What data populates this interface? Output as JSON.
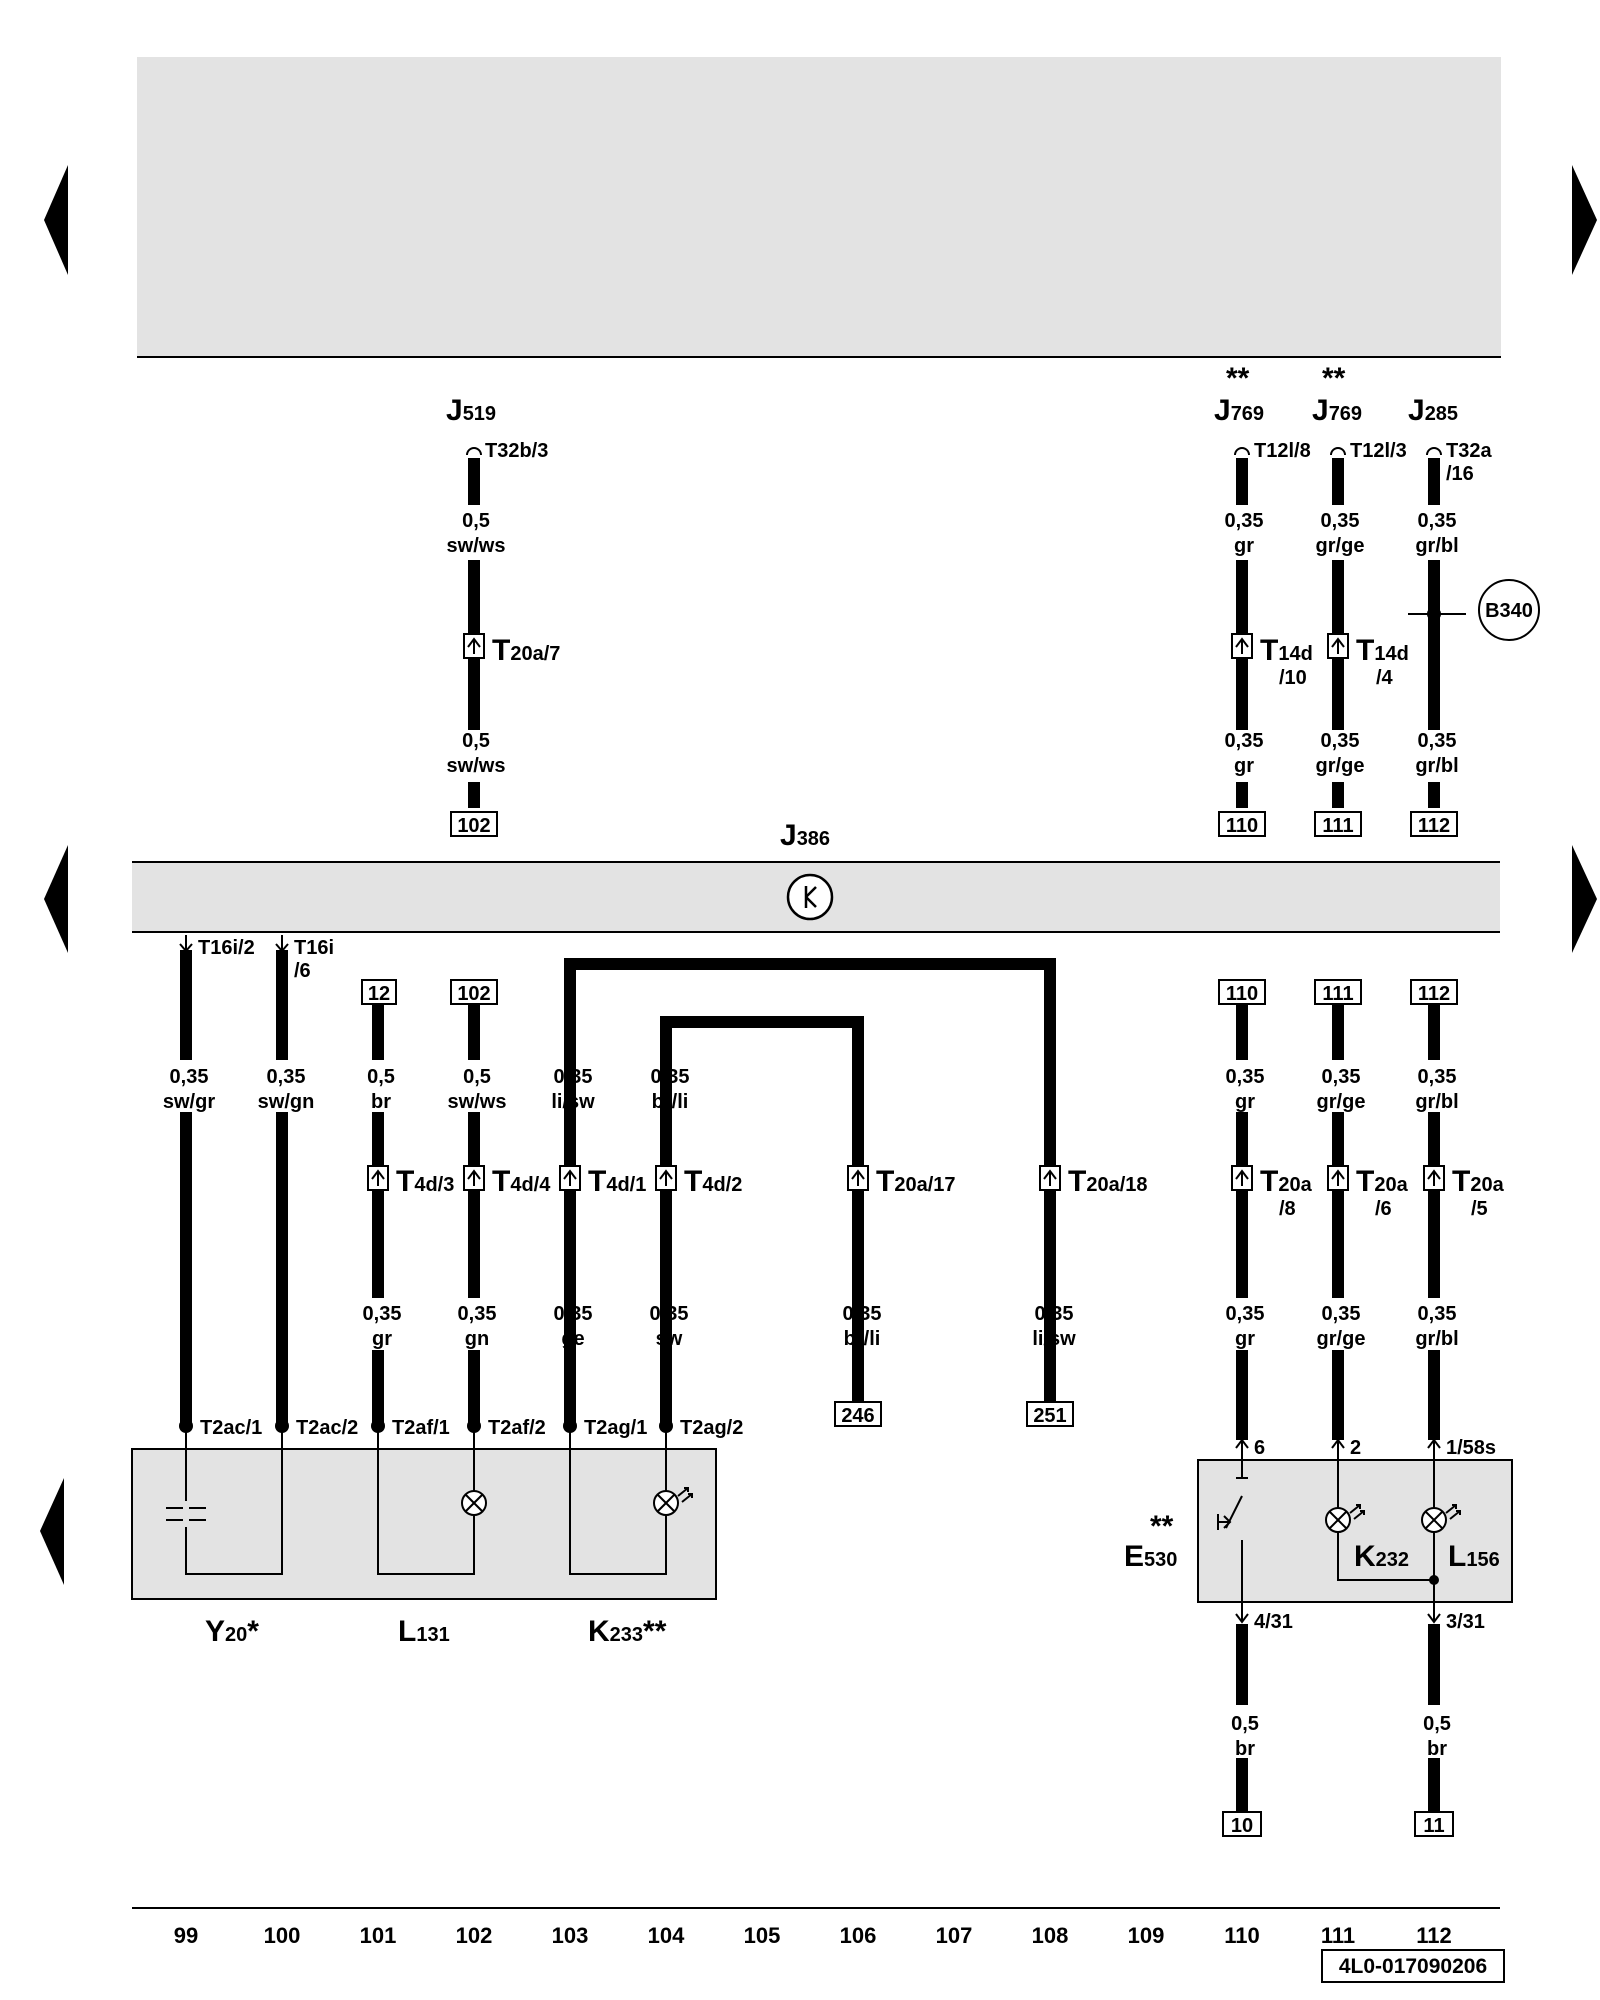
{
  "nav": {
    "prev_top": "prev-page",
    "next_top": "next-page",
    "prev_mid": "prev-page",
    "next_mid": "next-page",
    "prev_bottom": "prev-page"
  },
  "components": {
    "j519": {
      "letter": "J",
      "num": "519"
    },
    "j769a": {
      "letter": "J",
      "num": "769",
      "star": "**"
    },
    "j769b": {
      "letter": "J",
      "num": "769",
      "star": "**"
    },
    "j285": {
      "letter": "J",
      "num": "285"
    },
    "j386": {
      "letter": "J",
      "num": "386"
    },
    "y20": {
      "letter": "Y",
      "num": "20",
      "star": "*"
    },
    "l131": {
      "letter": "L",
      "num": "131"
    },
    "k233": {
      "letter": "K",
      "num": "233",
      "star": "**"
    },
    "e530": {
      "letter": "E",
      "num": "530",
      "star": "**"
    },
    "k232": {
      "letter": "K",
      "num": "232"
    },
    "l156": {
      "letter": "L",
      "num": "156"
    },
    "b340": "B340"
  },
  "connectors": {
    "t32b3": "T32b/3",
    "t12l8": "T12l/8",
    "t12l3": "T12l/3",
    "t32a16_a": "T32a",
    "t32a16_b": "/16",
    "t20a7_big": "T",
    "t20a7_small": "20a/7",
    "t14d10_big": "T",
    "t14d10_small": "14d",
    "t14d10_sub": "/10",
    "t14d4_big": "T",
    "t14d4_small": "14d",
    "t14d4_sub": "/4",
    "t16i2": "T16i/2",
    "t16i6_a": "T16i",
    "t16i6_b": "/6",
    "t4d3": {
      "big": "T",
      "small": "4d/3"
    },
    "t4d4": {
      "big": "T",
      "small": "4d/4"
    },
    "t4d1": {
      "big": "T",
      "small": "4d/1"
    },
    "t4d2": {
      "big": "T",
      "small": "4d/2"
    },
    "t20a17": {
      "big": "T",
      "small": "20a/17"
    },
    "t20a18": {
      "big": "T",
      "small": "20a/18"
    },
    "t20a8": {
      "big": "T",
      "small": "20a",
      "sub": "/8"
    },
    "t20a6": {
      "big": "T",
      "small": "20a",
      "sub": "/6"
    },
    "t20a5": {
      "big": "T",
      "small": "20a",
      "sub": "/5"
    },
    "t2ac1": "T2ac/1",
    "t2ac2": "T2ac/2",
    "t2af1": "T2af/1",
    "t2af2": "T2af/2",
    "t2ag1": "T2ag/1",
    "t2ag2": "T2ag/2",
    "pin6": "6",
    "pin2": "2",
    "pin158s": "1/58s",
    "pin431": "4/31",
    "pin331": "3/31"
  },
  "wires": {
    "w102_top1": {
      "size": "0,5",
      "color": "sw/ws"
    },
    "w102_top2": {
      "size": "0,5",
      "color": "sw/ws"
    },
    "w110_top1": {
      "size": "0,35",
      "color": "gr"
    },
    "w110_top2": {
      "size": "0,35",
      "color": "gr"
    },
    "w111_top1": {
      "size": "0,35",
      "color": "gr/ge"
    },
    "w111_top2": {
      "size": "0,35",
      "color": "gr/ge"
    },
    "w112_top1": {
      "size": "0,35",
      "color": "gr/bl"
    },
    "w112_top2": {
      "size": "0,35",
      "color": "gr/bl"
    },
    "w99": {
      "size": "0,35",
      "color": "sw/gr"
    },
    "w100": {
      "size": "0,35",
      "color": "sw/gn"
    },
    "w101a": {
      "size": "0,5",
      "color": "br"
    },
    "w102a": {
      "size": "0,5",
      "color": "sw/ws"
    },
    "w103a": {
      "size": "0,35",
      "color": "li/sw"
    },
    "w104a": {
      "size": "0,35",
      "color": "br/li"
    },
    "w110a": {
      "size": "0,35",
      "color": "gr"
    },
    "w111a": {
      "size": "0,35",
      "color": "gr/ge"
    },
    "w112a": {
      "size": "0,35",
      "color": "gr/bl"
    },
    "w101b": {
      "size": "0,35",
      "color": "gr"
    },
    "w102b": {
      "size": "0,35",
      "color": "gn"
    },
    "w103b": {
      "size": "0,35",
      "color": "ge"
    },
    "w104b": {
      "size": "0,35",
      "color": "sw"
    },
    "w106b": {
      "size": "0,35",
      "color": "br/li"
    },
    "w108b": {
      "size": "0,35",
      "color": "li/sw"
    },
    "w110b": {
      "size": "0,35",
      "color": "gr"
    },
    "w111b": {
      "size": "0,35",
      "color": "gr/ge"
    },
    "w112b": {
      "size": "0,35",
      "color": "gr/bl"
    },
    "w110c": {
      "size": "0,5",
      "color": "br"
    },
    "w112c": {
      "size": "0,5",
      "color": "br"
    }
  },
  "refs": {
    "r102_top": "102",
    "r110_top": "110",
    "r111_top": "111",
    "r112_top": "112",
    "r12": "12",
    "r102_mid": "102",
    "r110_mid": "110",
    "r111_mid": "111",
    "r112_mid": "112",
    "r246": "246",
    "r251": "251",
    "r10": "10",
    "r11": "11"
  },
  "tracks": [
    "99",
    "100",
    "101",
    "102",
    "103",
    "104",
    "105",
    "106",
    "107",
    "108",
    "109",
    "110",
    "111",
    "112"
  ],
  "doc_id": "4L0-017090206",
  "colors": {
    "ink": "#000000",
    "panel": "#e3e3e3",
    "background": "#ffffff"
  }
}
